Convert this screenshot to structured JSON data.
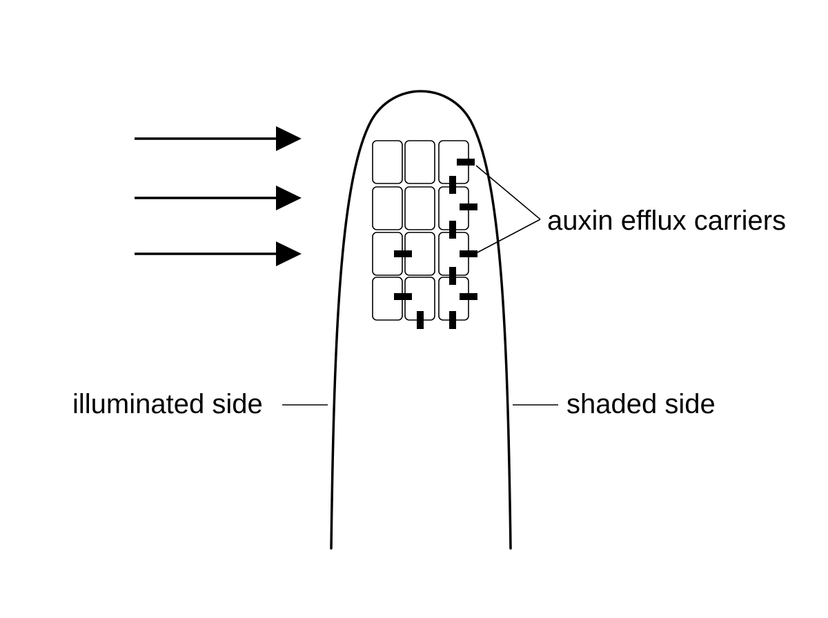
{
  "labels": {
    "efflux_carriers": "auxin efflux carriers",
    "illuminated_side": "illuminated side",
    "shaded_side": "shaded side"
  },
  "light_arrows": 3,
  "cell_grid": {
    "rows": 4,
    "columns": 3
  },
  "colors": {
    "ink": "#000000",
    "background": "#ffffff"
  }
}
